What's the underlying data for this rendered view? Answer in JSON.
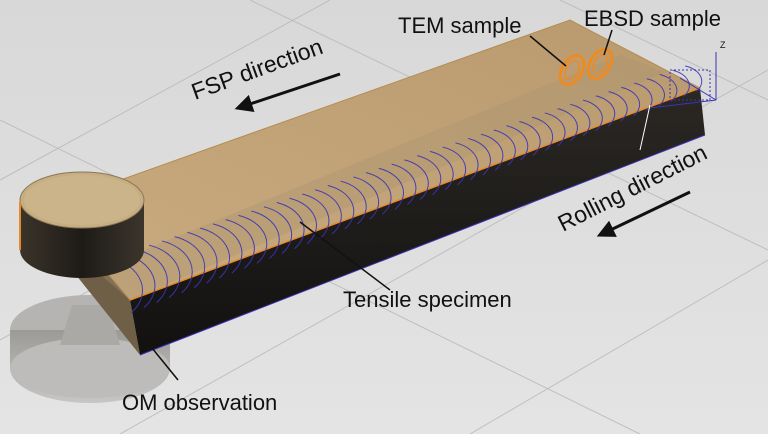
{
  "labels": {
    "tem_sample": "TEM sample",
    "ebsd_sample": "EBSD sample",
    "fsp_direction": "FSP direction",
    "rolling_direction": "Rolling direction",
    "tensile_specimen": "Tensile specimen",
    "om_observation": "OM observation"
  },
  "axis_labels": {
    "z": "Z"
  },
  "colors": {
    "background": "#d9d9d9",
    "plate_top": "#c8a97c",
    "plate_side": "#1c1a18",
    "tool": "#2a2620",
    "weld_lines": "#3a34b8",
    "samples": "#ee8a22",
    "arrow": "#111111"
  }
}
